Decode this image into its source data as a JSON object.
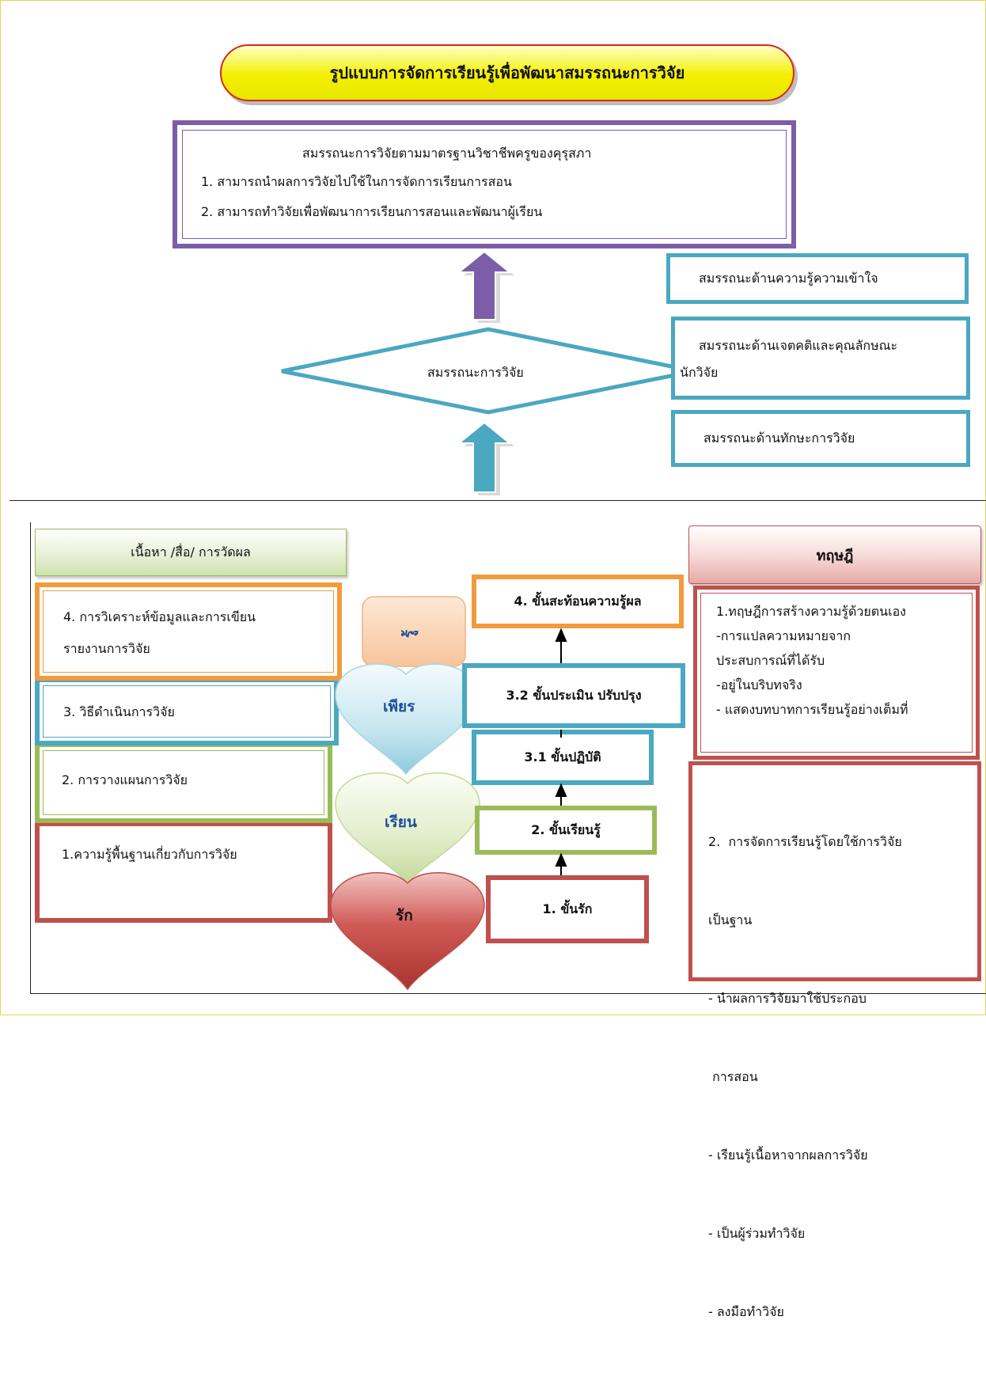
{
  "title": "รูปแบบการจัดการเรียนรู้เพื่อพัฒนาสมรรถนะการวิจัย",
  "standards": {
    "heading": "สมรรถนะการวิจัยตามมาตรฐานวิชาชีพครูของคุรุสภา",
    "item1": "1. สามารถนำผลการวิจัยไปใช้ในการจัดการเรียนการสอน",
    "item2": "2. สามารถทำวิจัยเพื่อพัฒนาการเรียนการสอนและพัฒนาผู้เรียน"
  },
  "diamond_label": "สมรรถนะการวิจัย",
  "competencies": {
    "knowledge": "สมรรถนะด้านความรู้ความเข้าใจ",
    "attitude_line1": "สมรรถนะด้านเจตคติและคุณลักษณะ",
    "attitude_line2": "นักวิจัย",
    "skill": "สมรรถนะด้านทักษะการวิจัย"
  },
  "content": {
    "header": "เนื้อหา /สื่อ/ การวัดผล",
    "item4_line1": "4. การวิเคราะห์ข้อมูลและการเขียน",
    "item4_line2": "รายงานการวิจัย",
    "item3": "3. วิธีดำเนินการวิจัย",
    "item2": "2. การวางแผนการวิจัย",
    "item1": "1.ความรู้พื้นฐานเกี่ยวกับการวิจัย"
  },
  "stages": {
    "ru": "รู้",
    "phian": "เพียร",
    "rian": "เรียน",
    "rak": "รัก"
  },
  "steps": {
    "step4": "4. ขั้นสะท้อนความรู้ผล",
    "step32": "3.2 ขั้นประเมิน ปรับปรุง",
    "step31": "3.1 ขั้นปฏิบัติ",
    "step2": "2. ขั้นเรียนรู้",
    "step1": "1. ขั้นรัก"
  },
  "theory": {
    "header": "ทฤษฎี",
    "t1": [
      "1.ทฤษฎีการสร้างความรู้ด้วยตนเอง",
      "-การแปลความหมายจาก",
      "ประสบการณ์ที่ได้รับ",
      "-อยู่ในบริบทจริง",
      "- แสดงบทบาทการเรียนรู้อย่างเต็มที่"
    ],
    "t2": [
      "2.  การจัดการเรียนรู้โดยใช้การวิจัย",
      "เป็นฐาน",
      "- นำผลการวิจัยมาใช้ประกอบ",
      " การสอน",
      "- เรียนรู้เนื้อหาจากผลการวิจัย",
      "- เป็นผู้ร่วมทำวิจัย",
      "- ลงมือทำวิจัย"
    ]
  },
  "colors": {
    "purple": "#7b5ea7",
    "teal": "#4aa8c0",
    "orange": "#f39a3c",
    "green": "#9bbb59",
    "red": "#c0504d",
    "blue_text": "#1f4e9a"
  }
}
